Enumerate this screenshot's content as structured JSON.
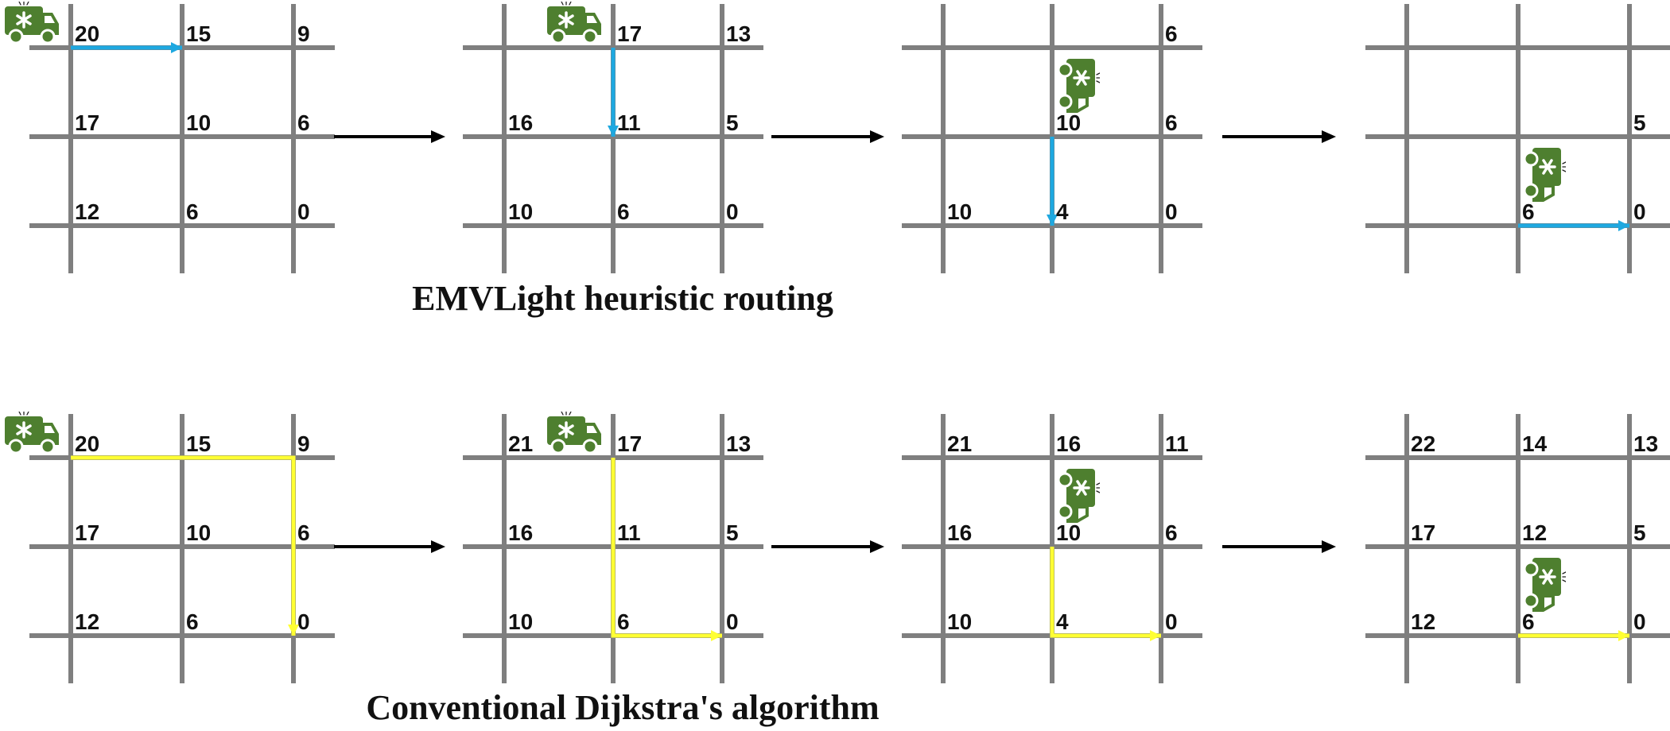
{
  "captions": {
    "top": "EMVLight heuristic routing",
    "bottom": "Conventional Dijkstra's algorithm"
  },
  "colors": {
    "grid": "#7f7f7f",
    "ambulance": "#4e7f2f",
    "heuristic_path": "#1ea8e0",
    "dijkstra_path": "#ffff33",
    "step_arrow": "#000000"
  },
  "icons": {
    "vehicle": "ambulance-icon",
    "step": "right-arrow-icon"
  },
  "rows": [
    {
      "name": "heuristic",
      "panels": [
        {
          "labels": [
            [
              "20",
              "15",
              "9"
            ],
            [
              "17",
              "10",
              "6"
            ],
            [
              "12",
              "6",
              "0"
            ]
          ],
          "ambulance": {
            "row": 0,
            "col": 0,
            "orientation": "right"
          },
          "path": [
            [
              0,
              0
            ],
            [
              0,
              1
            ]
          ]
        },
        {
          "labels": [
            [
              "",
              "17",
              "13"
            ],
            [
              "16",
              "11",
              "5"
            ],
            [
              "10",
              "6",
              "0"
            ]
          ],
          "ambulance": {
            "row": 0,
            "col": 1,
            "orientation": "right"
          },
          "path": [
            [
              0,
              1
            ],
            [
              1,
              1
            ]
          ]
        },
        {
          "labels": [
            [
              "",
              "",
              "6"
            ],
            [
              "",
              "10",
              "6"
            ],
            [
              "10",
              "4",
              "0"
            ]
          ],
          "ambulance": {
            "row": 1,
            "col": 1,
            "orientation": "down"
          },
          "path": [
            [
              1,
              1
            ],
            [
              2,
              1
            ]
          ]
        },
        {
          "labels": [
            [
              "",
              "",
              ""
            ],
            [
              "",
              "",
              "5"
            ],
            [
              "",
              "6",
              "0"
            ]
          ],
          "ambulance": {
            "row": 2,
            "col": 1,
            "orientation": "down"
          },
          "path": [
            [
              2,
              1
            ],
            [
              2,
              2
            ]
          ]
        }
      ]
    },
    {
      "name": "dijkstra",
      "panels": [
        {
          "labels": [
            [
              "20",
              "15",
              "9"
            ],
            [
              "17",
              "10",
              "6"
            ],
            [
              "12",
              "6",
              "0"
            ]
          ],
          "ambulance": {
            "row": 0,
            "col": 0,
            "orientation": "right"
          },
          "path": [
            [
              0,
              0
            ],
            [
              0,
              2
            ],
            [
              2,
              2
            ]
          ]
        },
        {
          "labels": [
            [
              "21",
              "17",
              "13"
            ],
            [
              "16",
              "11",
              "5"
            ],
            [
              "10",
              "6",
              "0"
            ]
          ],
          "ambulance": {
            "row": 0,
            "col": 1,
            "orientation": "right"
          },
          "path": [
            [
              0,
              1
            ],
            [
              2,
              1
            ],
            [
              2,
              2
            ]
          ]
        },
        {
          "labels": [
            [
              "21",
              "16",
              "11"
            ],
            [
              "16",
              "10",
              "6"
            ],
            [
              "10",
              "4",
              "0"
            ]
          ],
          "ambulance": {
            "row": 1,
            "col": 1,
            "orientation": "down"
          },
          "path": [
            [
              1,
              1
            ],
            [
              2,
              1
            ],
            [
              2,
              2
            ]
          ]
        },
        {
          "labels": [
            [
              "22",
              "14",
              "13"
            ],
            [
              "17",
              "12",
              "5"
            ],
            [
              "12",
              "6",
              "0"
            ]
          ],
          "ambulance": {
            "row": 2,
            "col": 1,
            "orientation": "down"
          },
          "path": [
            [
              2,
              1
            ],
            [
              2,
              2
            ]
          ]
        }
      ]
    }
  ]
}
